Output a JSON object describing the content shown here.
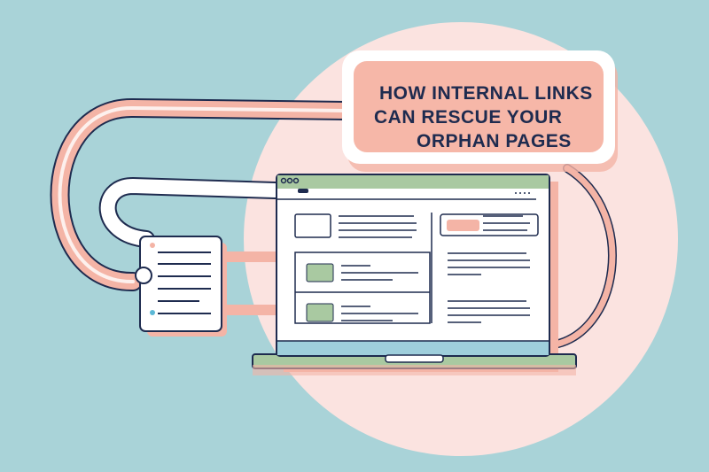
{
  "headline": {
    "lines": [
      "HOW INTERNAL LINKS",
      "CAN RESCUE YOUR",
      "ORPHAN PAGES"
    ]
  },
  "colors": {
    "background": "#a9d3d8",
    "pink": "#f4b4a6",
    "pink_light": "#fbe3e0",
    "green": "#a9c9a1",
    "navy": "#1e2b4f",
    "blue": "#9fcfdc"
  }
}
